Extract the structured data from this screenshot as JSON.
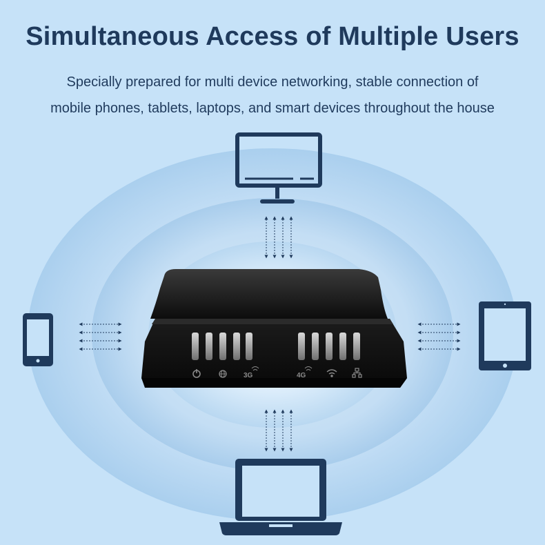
{
  "header": {
    "title": "Simultaneous Access of Multiple Users",
    "subtitle_line1": "Specially prepared for multi device networking, stable connection of",
    "subtitle_line2": "mobile phones, tablets, laptops, and smart devices throughout the house"
  },
  "router": {
    "indicators": [
      {
        "name": "power",
        "icon": "power-icon"
      },
      {
        "name": "internet",
        "icon": "globe-icon"
      },
      {
        "name": "3g",
        "label": "3G",
        "icon": "signal-icon"
      },
      {
        "name": "4g",
        "label": "4G",
        "icon": "signal-icon"
      },
      {
        "name": "wifi",
        "icon": "wifi-icon"
      },
      {
        "name": "lan",
        "icon": "lan-icon"
      }
    ]
  },
  "devices": [
    "monitor-icon",
    "phone-icon",
    "tablet-icon",
    "laptop-icon"
  ],
  "colors": {
    "background": "#c6e2f8",
    "text": "#1f3a5c",
    "device_icon": "#1f3a5c",
    "router_body": "#141414",
    "ring_light": "#d8ecfb",
    "ring_mid": "#b6d6f0"
  }
}
